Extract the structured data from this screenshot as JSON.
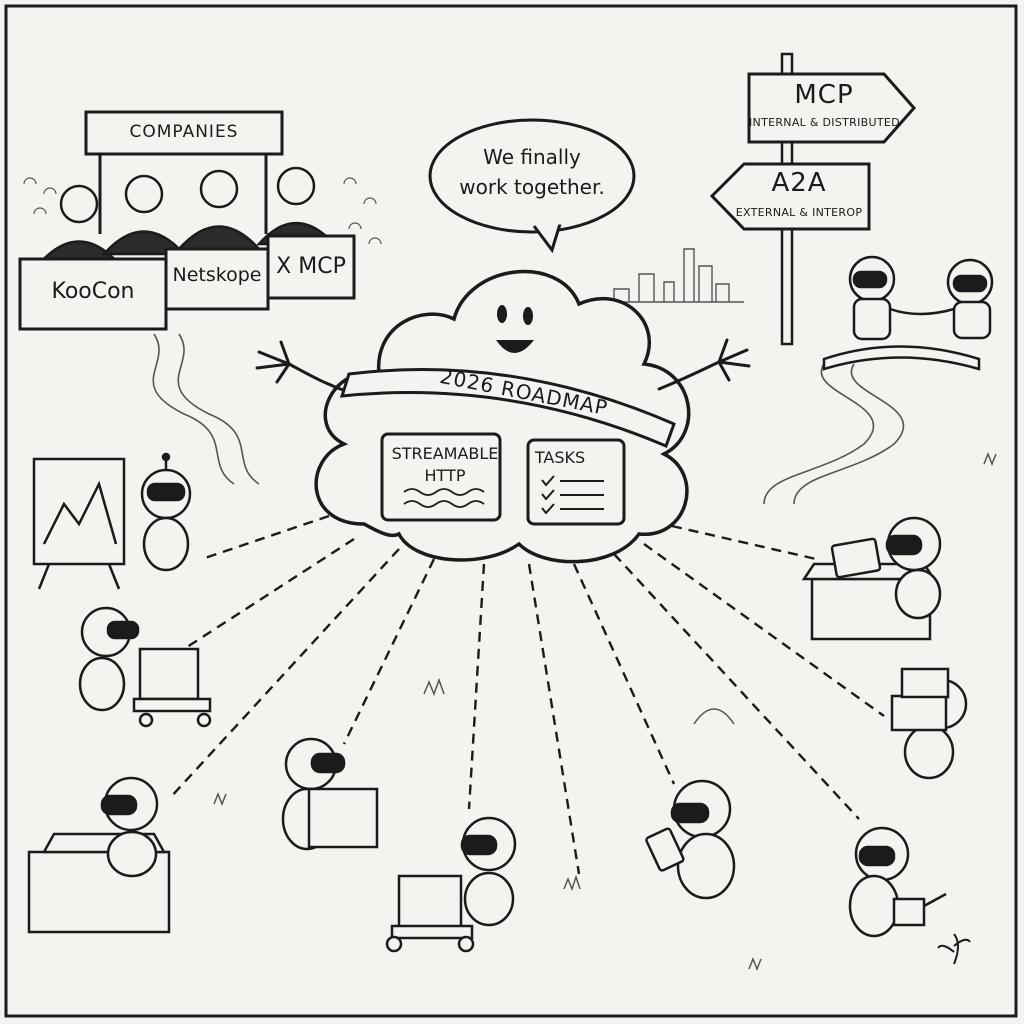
{
  "speech_bubble": {
    "line1": "We finally",
    "line2": "work together."
  },
  "companies_board": {
    "title": "COMPANIES",
    "booths": [
      "KooCon",
      "Netskope",
      "X MCP"
    ]
  },
  "signpost": {
    "mcp": {
      "title": "MCP",
      "subtitle": "INTERNAL & DISTRIBUTED"
    },
    "a2a": {
      "title": "A2A",
      "subtitle": "EXTERNAL & INTEROP"
    }
  },
  "cloud": {
    "sash": "2026 ROADMAP",
    "card_left": {
      "line1": "STREAMABLE",
      "line2": "HTTP"
    },
    "card_right": {
      "title": "TASKS"
    }
  },
  "colors": {
    "ink": "#1b1b1b",
    "paper": "#f4f3ef",
    "shade": "#c9c7c0"
  }
}
